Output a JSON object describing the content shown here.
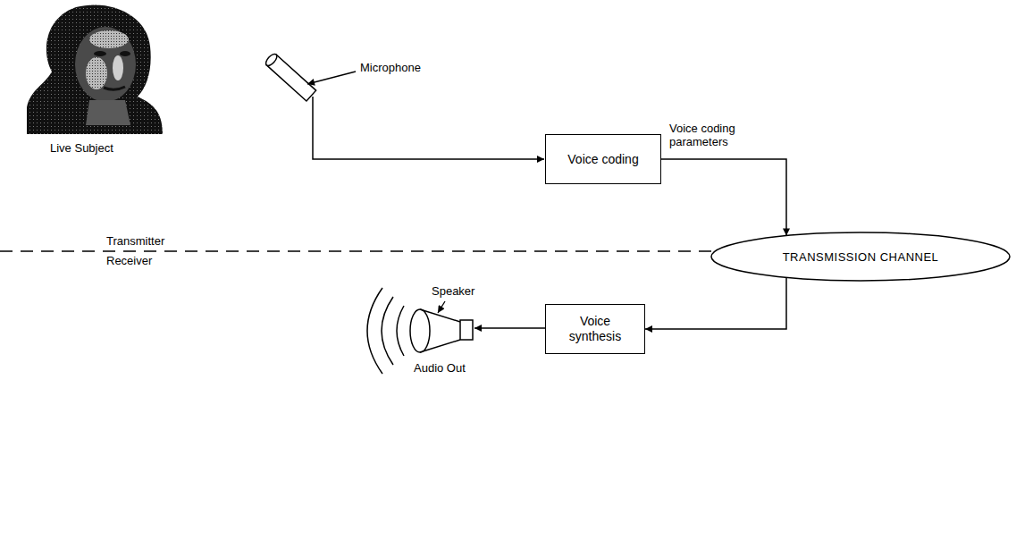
{
  "diagram": {
    "nodes": [
      {
        "text": [
          "Voice coding"
        ]
      },
      {
        "text": [
          "TRANSMISSION CHANNEL"
        ]
      },
      {
        "text": [
          "Voice synthesis"
        ]
      }
    ],
    "edges": [
      {
        "from": 0,
        "to": 1,
        "arrow": "to",
        "label": "Voice coding parameters"
      },
      {
        "from": 1,
        "to": 2,
        "arrow": "to"
      }
    ],
    "labels": [
      "Live Subject",
      "Microphone",
      "Transmitter",
      "Receiver",
      "Speaker",
      "Audio Out"
    ]
  }
}
